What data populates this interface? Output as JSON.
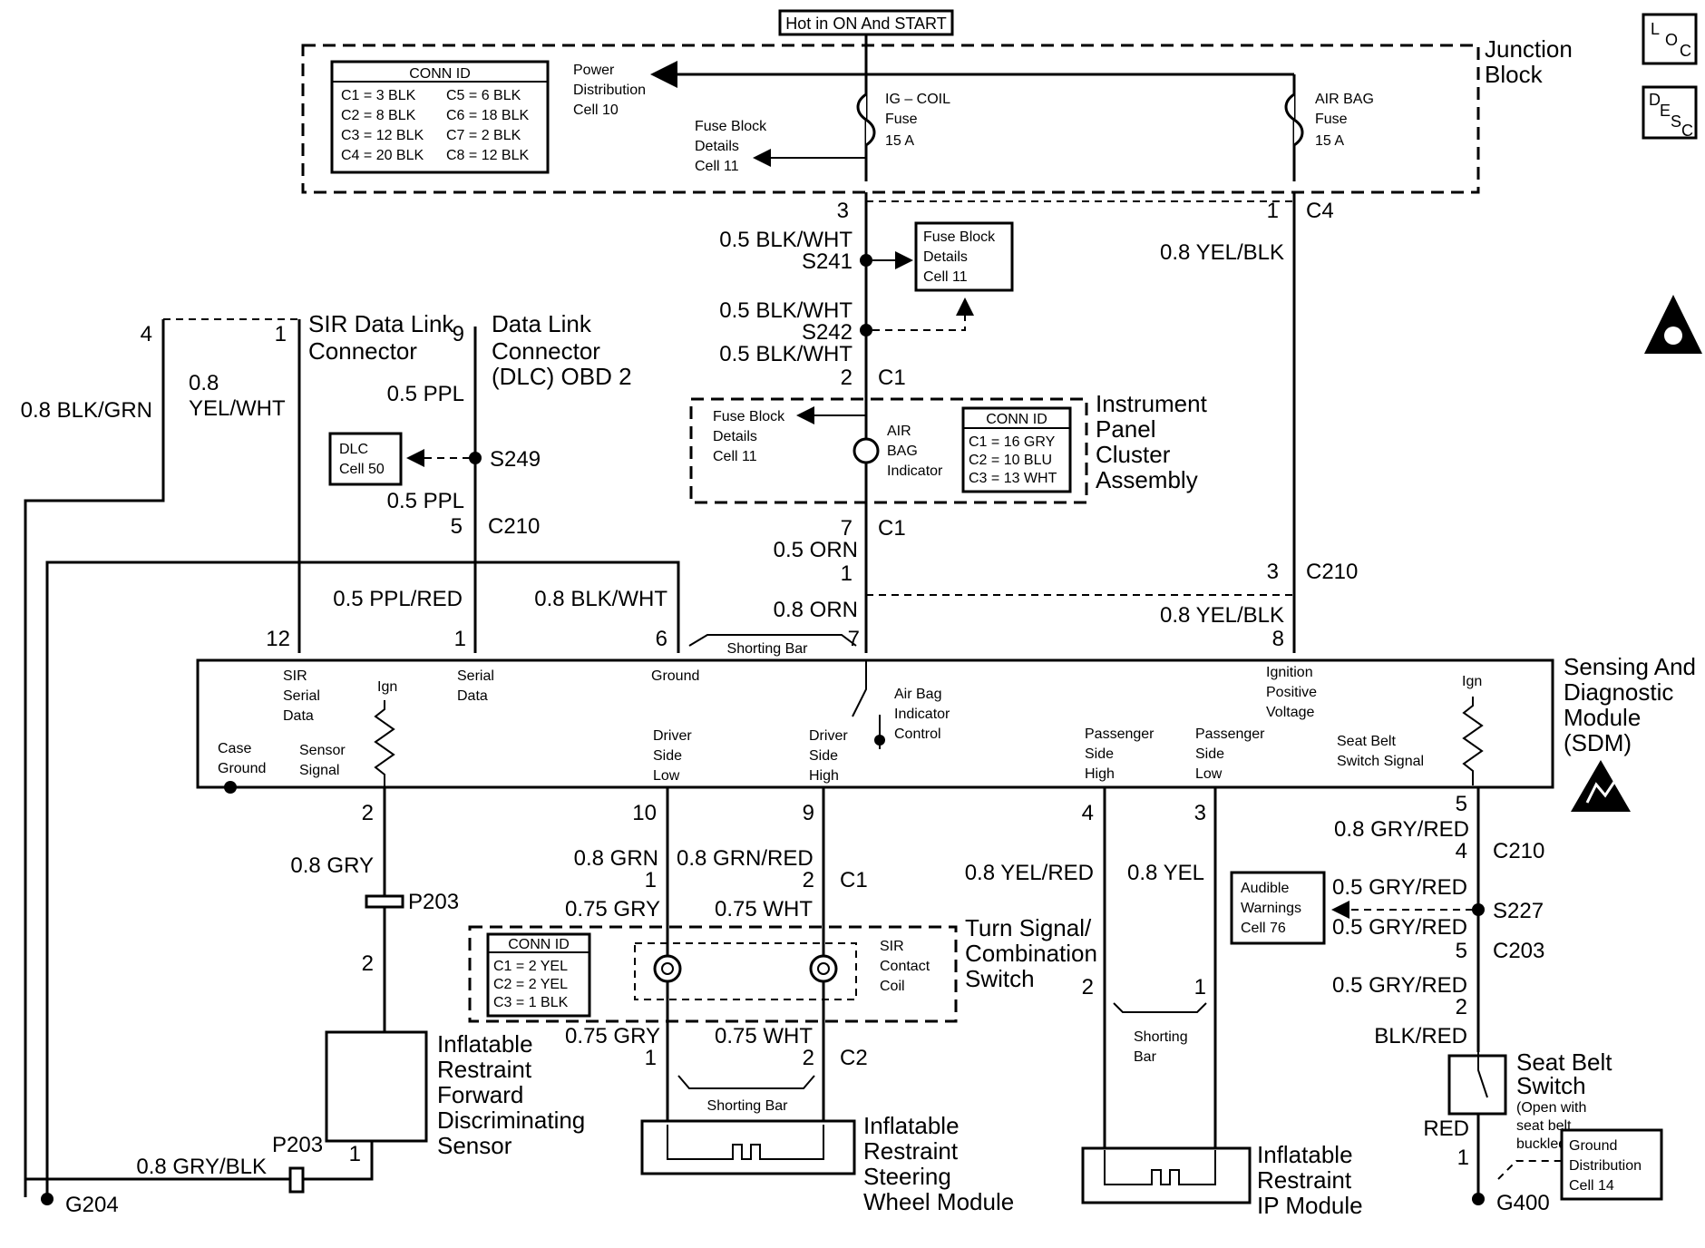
{
  "header": {
    "hot_label": "Hot in ON And START"
  },
  "icons": {
    "loc": "L O C",
    "desc": "D E S C",
    "warning": "warning-icon",
    "esd": "esd-icon"
  },
  "junction_block": {
    "title1": "Junction",
    "title2": "Block",
    "conn_id": {
      "title": "CONN ID",
      "rows": [
        "C1 = 3 BLK",
        "C2 = 8 BLK",
        "C3 = 12 BLK",
        "C4 = 20 BLK"
      ],
      "rows2": [
        "C5 = 6 BLK",
        "C6 = 18 BLK",
        "C7 = 2 BLK",
        "C8 = 12 BLK"
      ]
    },
    "power_dist": [
      "Power",
      "Distribution",
      "Cell 10"
    ],
    "fuse_details": [
      "Fuse Block",
      "Details",
      "Cell 11"
    ],
    "igcoil": [
      "IG – COIL",
      "Fuse",
      "15 A"
    ],
    "airbag_fuse": [
      "AIR BAG",
      "Fuse",
      "15 A"
    ]
  },
  "wires": {
    "w3": "3",
    "w1c4": "1",
    "c4": "C4",
    "blkwht1": "0.5 BLK/WHT",
    "s241": "S241",
    "blkwht2": "0.5 BLK/WHT",
    "s242": "S242",
    "blkwht3": "0.5 BLK/WHT",
    "p2": "2",
    "c1a": "C1",
    "yelblk1": "0.8 YEL/BLK",
    "fuse_details2": [
      "Fuse Block",
      "Details",
      "Cell 11"
    ],
    "p7": "7",
    "c1b": "C1",
    "orn1": "0.5 ORN",
    "p1": "1",
    "orn2": "0.8 ORN",
    "p7b": "7",
    "p3": "3",
    "c210a": "C210",
    "yelblk2": "0.8 YEL/BLK",
    "p8": "8",
    "p4": "4",
    "blkgrn": "0.8 BLK/GRN",
    "p1sir": "1",
    "sir_dlc": [
      "SIR Data Link",
      "Connector"
    ],
    "yelwht": [
      "0.8",
      "YEL/WHT"
    ],
    "p9": "9",
    "dlc": [
      "Data Link",
      "Connector",
      "(DLC) OBD 2"
    ],
    "ppl1": "0.5 PPL",
    "dlc_cell": [
      "DLC",
      "Cell 50"
    ],
    "s249": "S249",
    "ppl2": "0.5 PPL",
    "p5": "5",
    "c210b": "C210",
    "pplred": "0.5 PPL/RED",
    "blkwht4": "0.8 BLK/WHT",
    "p12": "12",
    "p1b": "1",
    "p6": "6",
    "shorting_bar": "Shorting Bar"
  },
  "ipc": {
    "title": [
      "Instrument",
      "Panel",
      "Cluster",
      "Assembly"
    ],
    "fuse_details": [
      "Fuse Block",
      "Details",
      "Cell 11"
    ],
    "airbag": [
      "AIR",
      "BAG",
      "Indicator"
    ],
    "conn_id": {
      "title": "CONN ID",
      "rows": [
        "C1 = 16 GRY",
        "C2 = 10 BLU",
        "C3 = 13 WHT"
      ]
    }
  },
  "sdm": {
    "title": [
      "Sensing And",
      "Diagnostic",
      "Module",
      "(SDM)"
    ],
    "sir_serial": [
      "SIR",
      "Serial",
      "Data"
    ],
    "ign1": "Ign",
    "serial_data": [
      "Serial",
      "Data"
    ],
    "ground": "Ground",
    "case_ground": [
      "Case",
      "Ground"
    ],
    "sensor_signal": [
      "Sensor",
      "Signal"
    ],
    "driver_low": [
      "Driver",
      "Side",
      "Low"
    ],
    "driver_high": [
      "Driver",
      "Side",
      "High"
    ],
    "airbag_ctrl": [
      "Air Bag",
      "Indicator",
      "Control"
    ],
    "pass_high": [
      "Passenger",
      "Side",
      "High"
    ],
    "pass_low": [
      "Passenger",
      "Side",
      "Low"
    ],
    "ign_pos": [
      "Ignition",
      "Positive",
      "Voltage"
    ],
    "ign2": "Ign",
    "seatbelt_sig": [
      "Seat Belt",
      "Switch Signal"
    ]
  },
  "lower": {
    "p2a": "2",
    "gry": "0.8 GRY",
    "p203a": "P203",
    "p2b": "2",
    "sensor_title": [
      "Inflatable",
      "Restraint",
      "Forward",
      "Discriminating",
      "Sensor"
    ],
    "p203b": "P203",
    "grybl": "0.8 GRY/BLK",
    "p1c": "1",
    "g204": "G204",
    "p10": "10",
    "p9b": "9",
    "grn": "0.8 GRN",
    "grnred": "0.8 GRN/RED",
    "p1d": "1",
    "p2c": "2",
    "c1c": "C1",
    "gry075a": "0.75 GRY",
    "wht075a": "0.75 WHT",
    "conn_id": {
      "title": "CONN ID",
      "rows": [
        "C1 = 2 YEL",
        "C2 = 2 YEL",
        "C3 = 1 BLK"
      ]
    },
    "sir_coil": [
      "SIR",
      "Contact",
      "Coil"
    ],
    "turn_signal": [
      "Turn Signal/",
      "Combination",
      "Switch"
    ],
    "gry075b": "0.75 GRY",
    "wht075b": "0.75 WHT",
    "p1e": "1",
    "p2d": "2",
    "c2": "C2",
    "shorting_bar2": "Shorting Bar",
    "steering_module": [
      "Inflatable",
      "Restraint",
      "Steering",
      "Wheel Module"
    ],
    "p4b": "4",
    "p3b": "3",
    "yelred": "0.8 YEL/RED",
    "yel": "0.8 YEL",
    "p2e": "2",
    "p1f": "1",
    "shorting_bar3": [
      "Shorting",
      "Bar"
    ],
    "ip_module": [
      "Inflatable",
      "Restraint",
      "IP Module"
    ],
    "p5b": "5",
    "gryred1": "0.8 GRY/RED",
    "p4c": "4",
    "c210c": "C210",
    "audible": [
      "Audible",
      "Warnings",
      "Cell 76"
    ],
    "gryred2": "0.5 GRY/RED",
    "s227": "S227",
    "gryred3": "0.5 GRY/RED",
    "p5c": "5",
    "c203": "C203",
    "gryred4": "0.5 GRY/RED",
    "p2f": "2",
    "blkred": "BLK/RED",
    "seatbelt": [
      "Seat Belt",
      "Switch",
      "(Open with",
      "seat belt",
      "buckled)"
    ],
    "red": "RED",
    "p1g": "1",
    "ground_dist": [
      "Ground",
      "Distribution",
      "Cell 14"
    ],
    "g400": "G400"
  }
}
